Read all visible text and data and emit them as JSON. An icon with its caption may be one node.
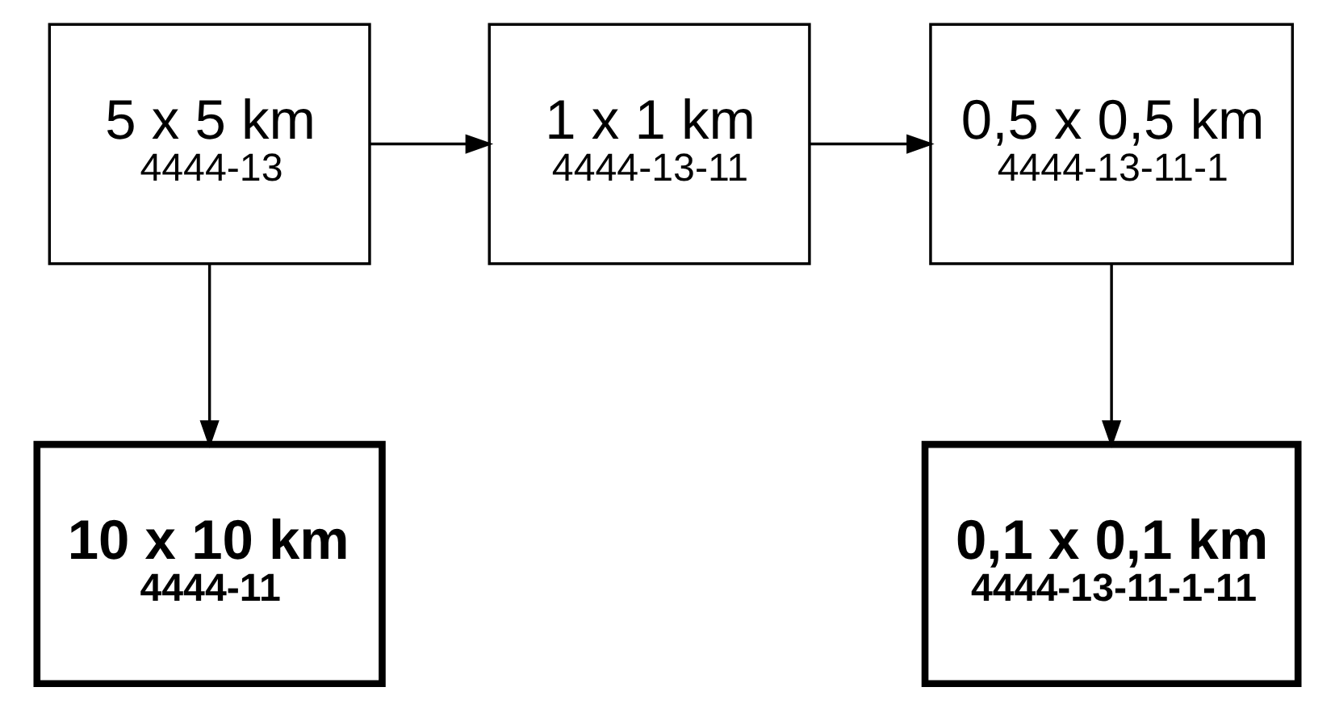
{
  "diagram": {
    "nodes": [
      {
        "text": [
          "5 x 5 km",
          "4444-13"
        ]
      },
      {
        "text": [
          "1 x 1 km",
          "4444-13-11"
        ]
      },
      {
        "text": [
          "0,5 x 0,5 km",
          "4444-13-11-1"
        ]
      },
      {
        "text": [
          "10 x 10 km",
          "4444-11"
        ]
      },
      {
        "text": [
          "0,1 x 0,1 km",
          "4444-13-11-1-11"
        ]
      }
    ],
    "edges": [
      {
        "from": 0,
        "to": 1,
        "arrow": "to"
      },
      {
        "from": 1,
        "to": 2,
        "arrow": "to"
      },
      {
        "from": 0,
        "to": 3,
        "arrow": "to"
      },
      {
        "from": 2,
        "to": 4,
        "arrow": "to"
      }
    ]
  }
}
